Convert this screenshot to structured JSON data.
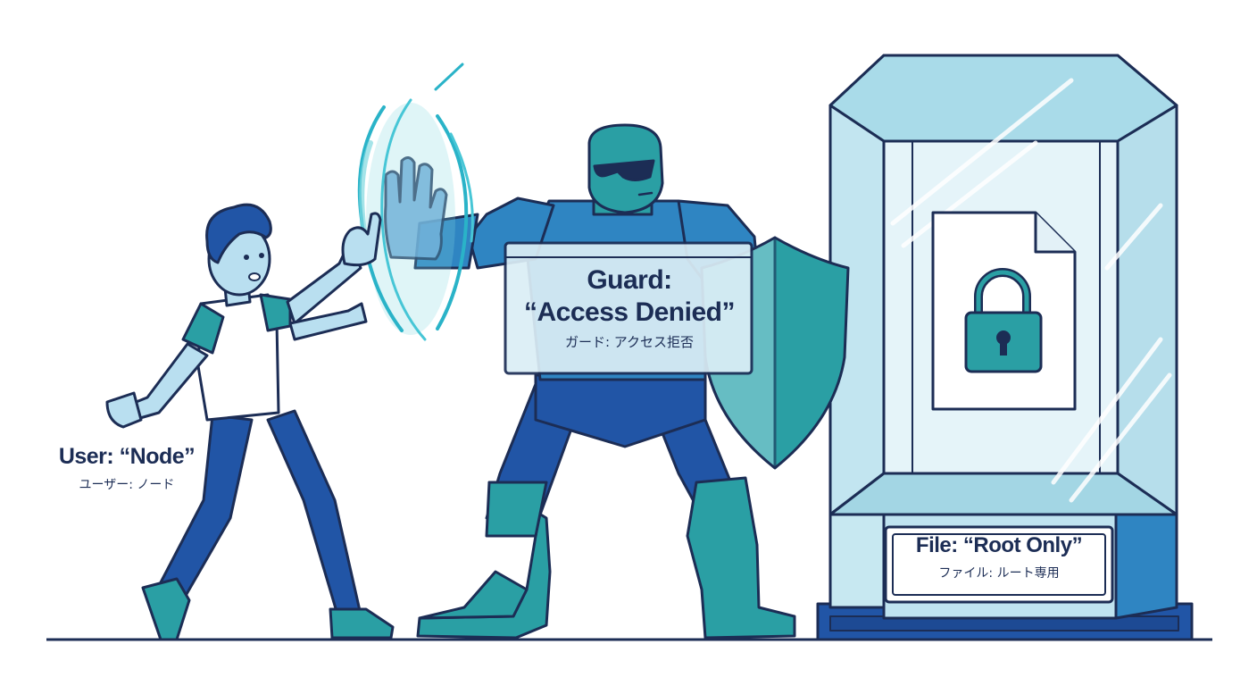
{
  "labels": {
    "user": {
      "en": "User: “Node”",
      "jp": "ユーザー: ノード"
    },
    "guard": {
      "title": "Guard:",
      "message": "“Access Denied”",
      "jp": "ガード: アクセス拒否"
    },
    "file": {
      "en": "File: “Root Only”",
      "jp": "ファイル: ルート専用"
    }
  },
  "colors": {
    "outline": "#1c2d55",
    "navy_blue": "#2155a6",
    "teal": "#2a9fa4",
    "mid_blue": "#2f85c2",
    "pale_blue": "#b9dff0",
    "glass": "#c7e8f1"
  },
  "icons": [
    "forcefield-icon",
    "shield-icon",
    "padlock-icon",
    "document-icon"
  ]
}
